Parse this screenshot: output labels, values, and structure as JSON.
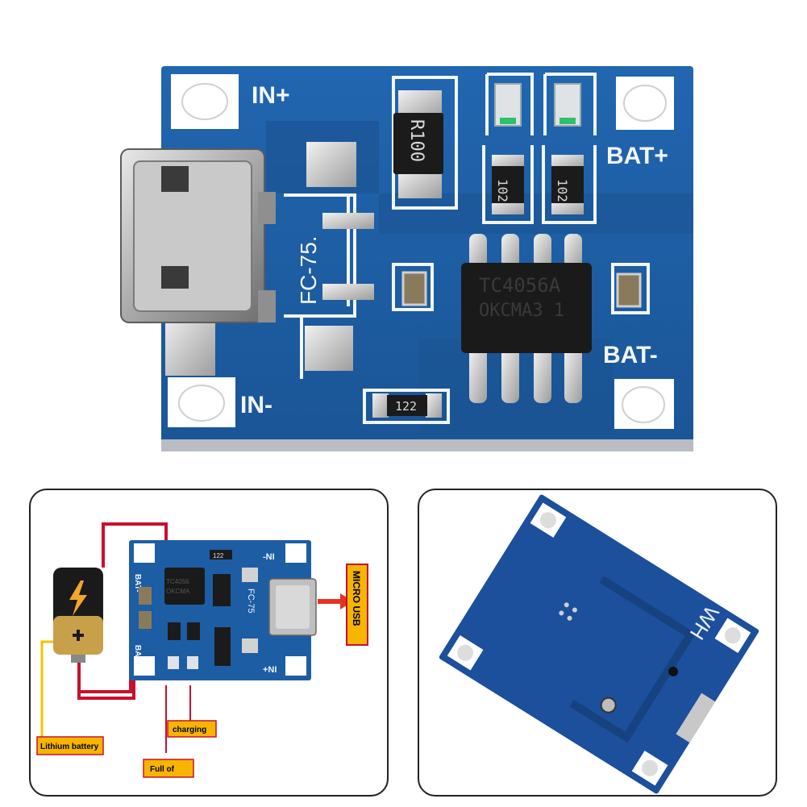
{
  "main_board": {
    "silk_in_plus": "IN+",
    "silk_in_minus": "IN-",
    "silk_bat_plus": "BAT+",
    "silk_bat_minus": "BAT-",
    "silk_fc75": "FC-75.",
    "resistor_r100": "R100",
    "resistor_102_a": "102",
    "resistor_102_b": "102",
    "resistor_122": "122",
    "chip_line1": "TC4056A",
    "chip_line2": "OKCMA3 1"
  },
  "wiring_diagram": {
    "silk_bat_minus": "BAT-",
    "silk_bat_plus": "BAT+",
    "silk_in_minus": "-NI",
    "silk_in_plus": "+NI",
    "silk_fc75": "FC-75",
    "silk_122": "122",
    "chip_line1": "TC4056",
    "chip_line2": "OKCMA",
    "label_micro_usb": "MICRO USB",
    "label_charging": "charging",
    "label_full_of": "Full of",
    "label_lithium_battery": "Lithium battery"
  },
  "back_board": {
    "silk_hw": "HW"
  },
  "colors": {
    "pcb_blue": "#1d5da4",
    "pcb_dark": "#164a86",
    "silk_white": "#f2f6fb",
    "wire_red": "#c8102e",
    "wire_yellow": "#f4c400",
    "label_bg": "#f7b500",
    "arrow_red": "#e53323"
  }
}
